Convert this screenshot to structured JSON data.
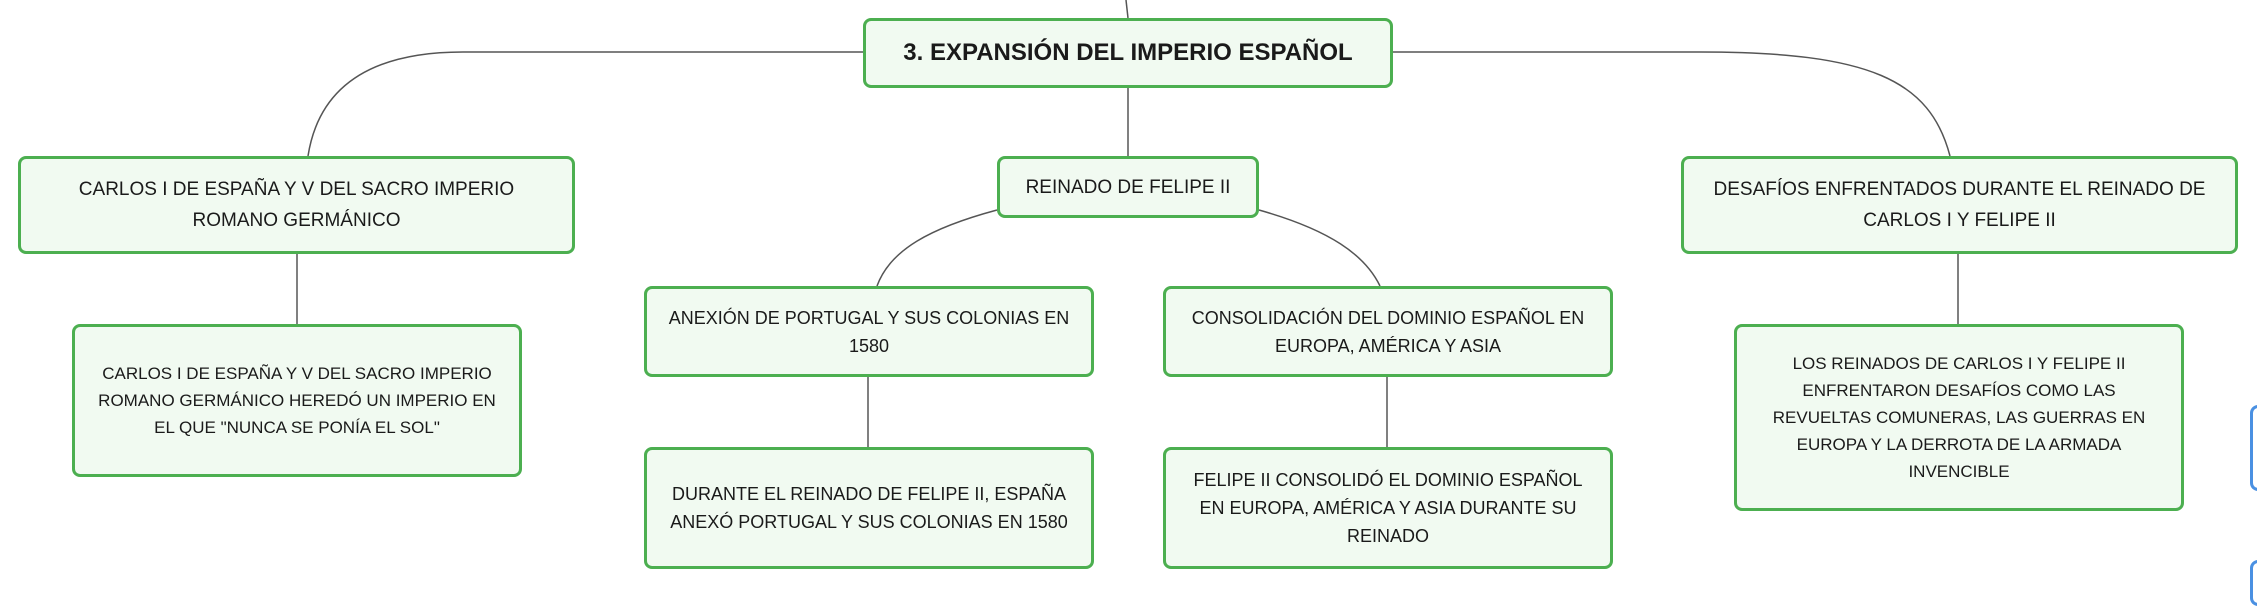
{
  "colors": {
    "node_border": "#4caf50",
    "node_fill": "#f1faf1",
    "connector": "#555555",
    "text": "#1a1a1a",
    "edge_tab": "#4a90e2"
  },
  "map": {
    "root": "3. EXPANSIÓN DEL IMPERIO ESPAÑOL",
    "branches": {
      "carlos": {
        "title": "CARLOS I DE ESPAÑA Y V DEL SACRO IMPERIO ROMANO GERMÁNICO",
        "detail": "CARLOS I DE ESPAÑA Y V DEL SACRO IMPERIO ROMANO GERMÁNICO HEREDÓ UN IMPERIO EN EL QUE \"NUNCA SE PONÍA EL SOL\""
      },
      "felipe": {
        "title": "REINADO DE FELIPE II",
        "anexion": {
          "title": "ANEXIÓN DE PORTUGAL Y SUS COLONIAS EN 1580",
          "detail": "DURANTE EL REINADO DE FELIPE II, ESPAÑA ANEXÓ PORTUGAL Y SUS COLONIAS EN 1580"
        },
        "consolidacion": {
          "title": "CONSOLIDACIÓN DEL DOMINIO ESPAÑOL EN EUROPA, AMÉRICA Y ASIA",
          "detail": "FELIPE II CONSOLIDÓ EL DOMINIO ESPAÑOL EN EUROPA, AMÉRICA Y ASIA DURANTE SU REINADO"
        }
      },
      "desafios": {
        "title": "DESAFÍOS ENFRENTADOS DURANTE EL REINADO DE CARLOS I Y FELIPE II",
        "detail": "LOS REINADOS DE CARLOS I Y FELIPE II ENFRENTARON DESAFÍOS COMO LAS REVUELTAS COMUNERAS, LAS GUERRAS EN EUROPA Y LA DERROTA DE LA ARMADA INVENCIBLE"
      }
    }
  }
}
